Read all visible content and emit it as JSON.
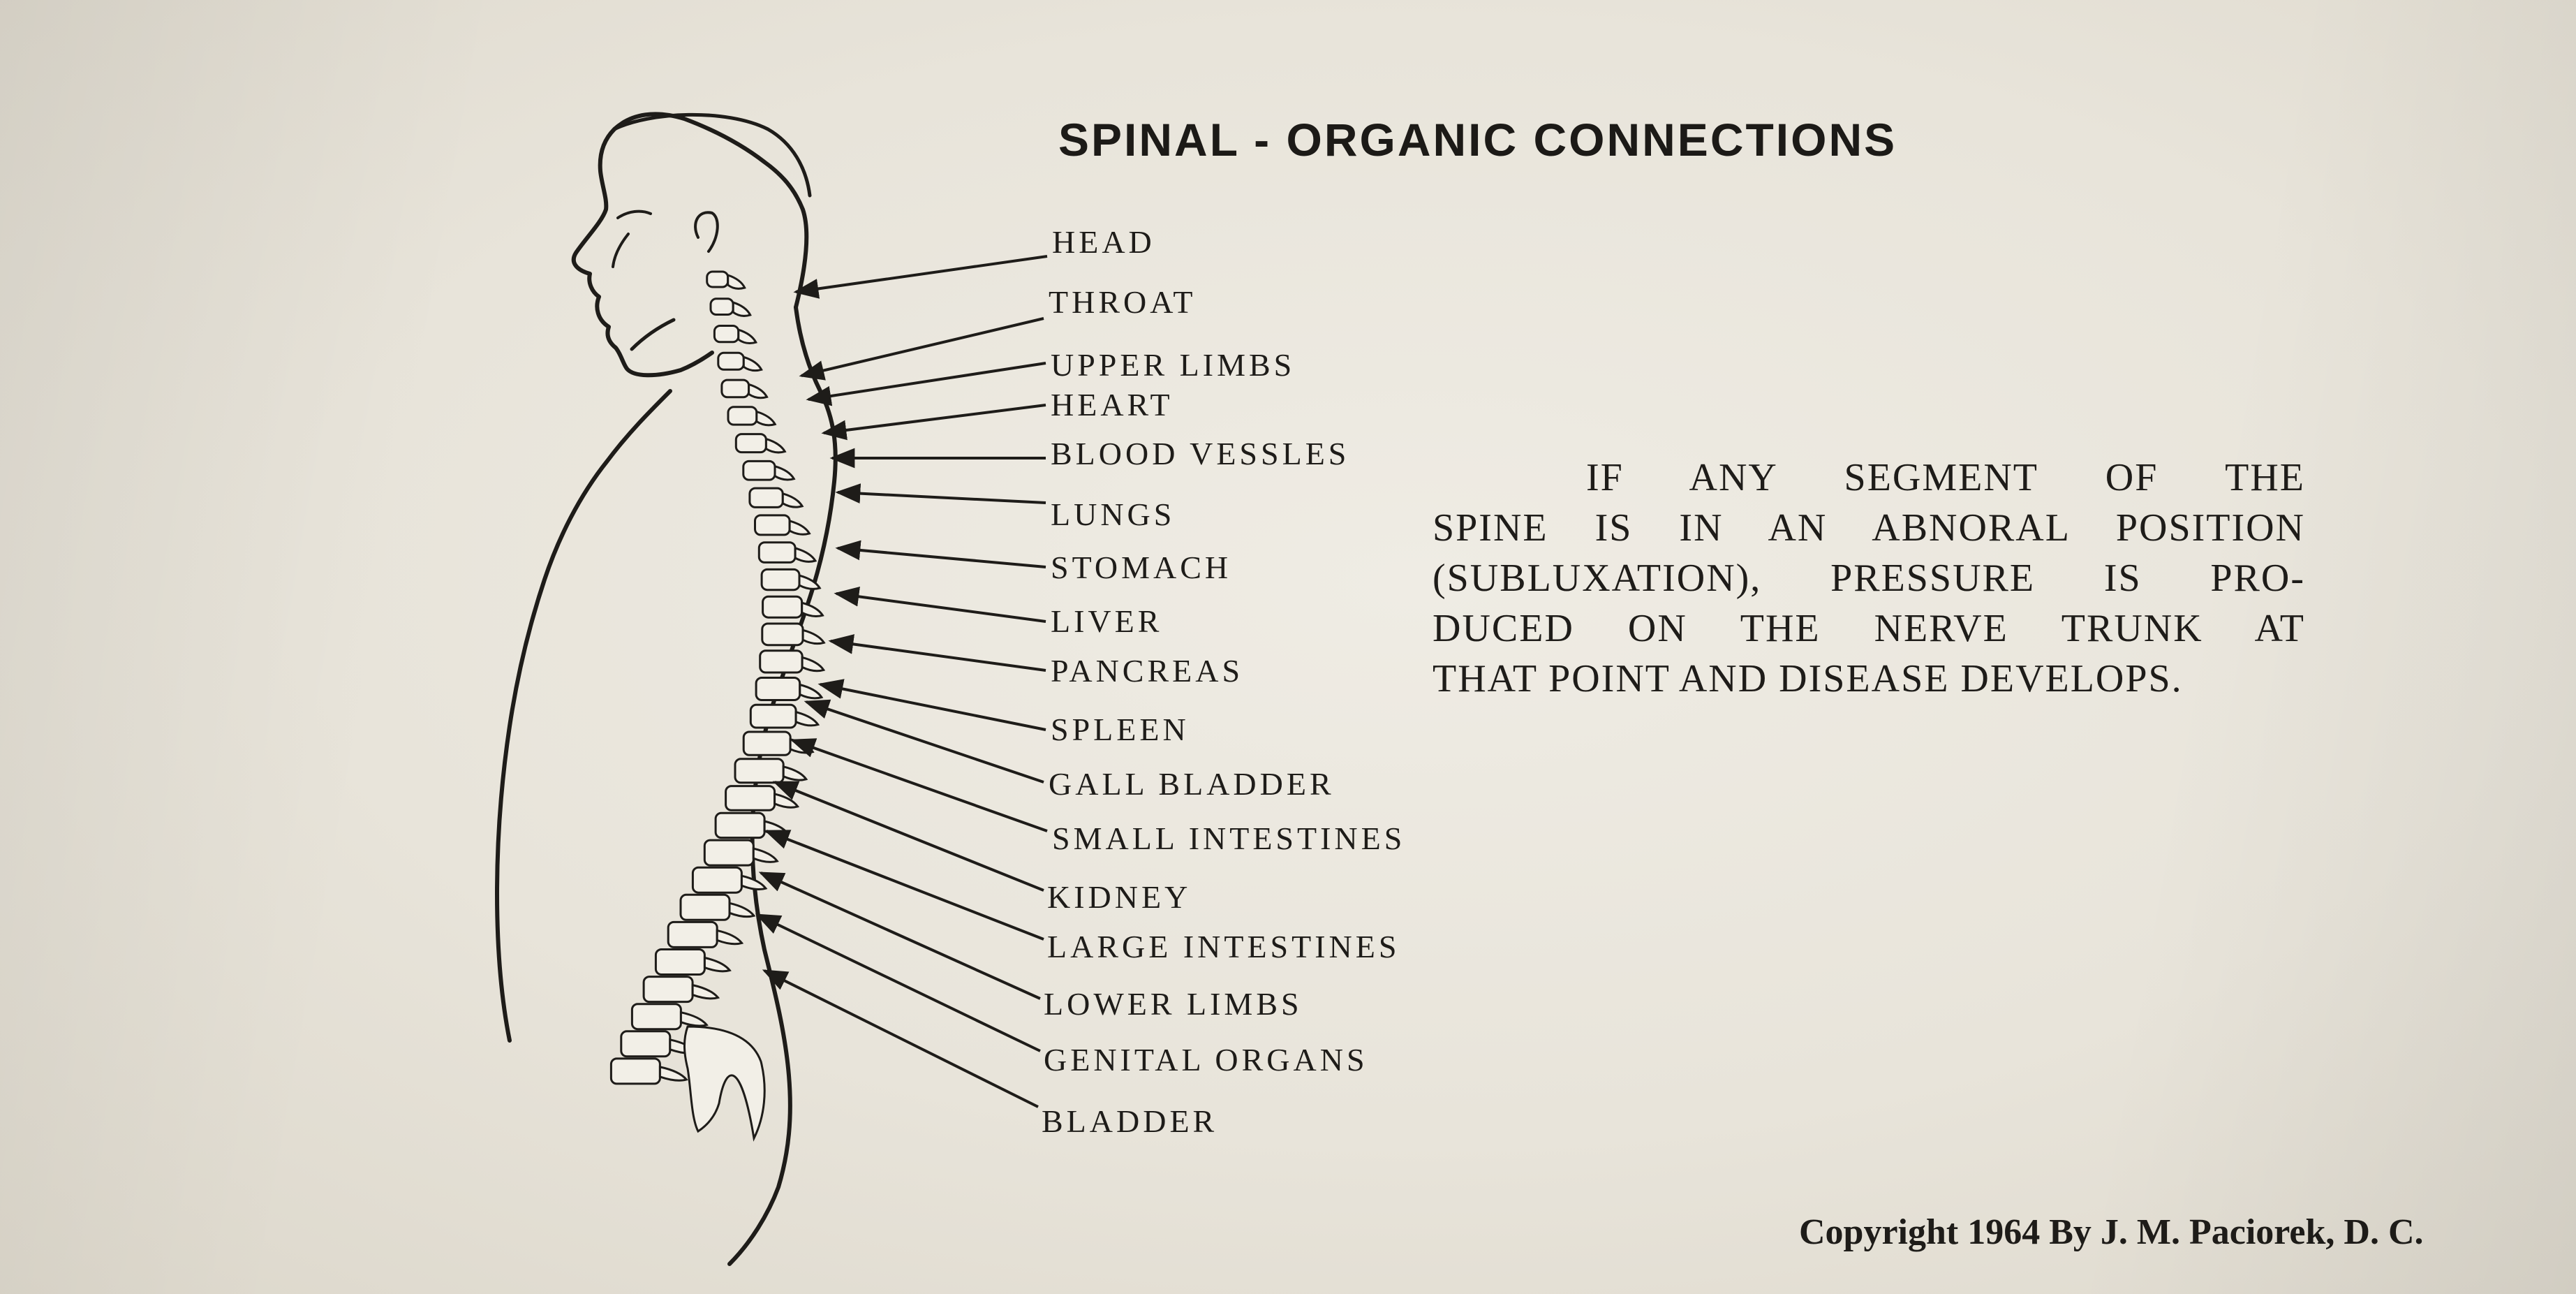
{
  "title": "SPINAL - ORGANIC CONNECTIONS",
  "organs": [
    "HEAD",
    "THROAT",
    "UPPER LIMBS",
    "HEART",
    "BLOOD VESSLES",
    "LUNGS",
    "STOMACH",
    "LIVER",
    "PANCREAS",
    "SPLEEN",
    "GALL BLADDER",
    "SMALL INTESTINES",
    "KIDNEY",
    "LARGE INTESTINES",
    "LOWER LIMBS",
    "GENITAL ORGANS",
    "BLADDER"
  ],
  "note_lines": [
    "IF ANY SEGMENT OF THE",
    "SPINE IS IN AN ABNORAL POSITION",
    "(SUBLUXATION), PRESSURE IS PRO-",
    "DUCED ON THE NERVE TRUNK AT",
    "THAT POINT AND DISEASE DEVELOPS."
  ],
  "copyright": "Copyright 1964 By J. M. Paciorek, D. C.",
  "colors": {
    "paper": "#ebe7dd",
    "ink": "#1e1c19"
  }
}
